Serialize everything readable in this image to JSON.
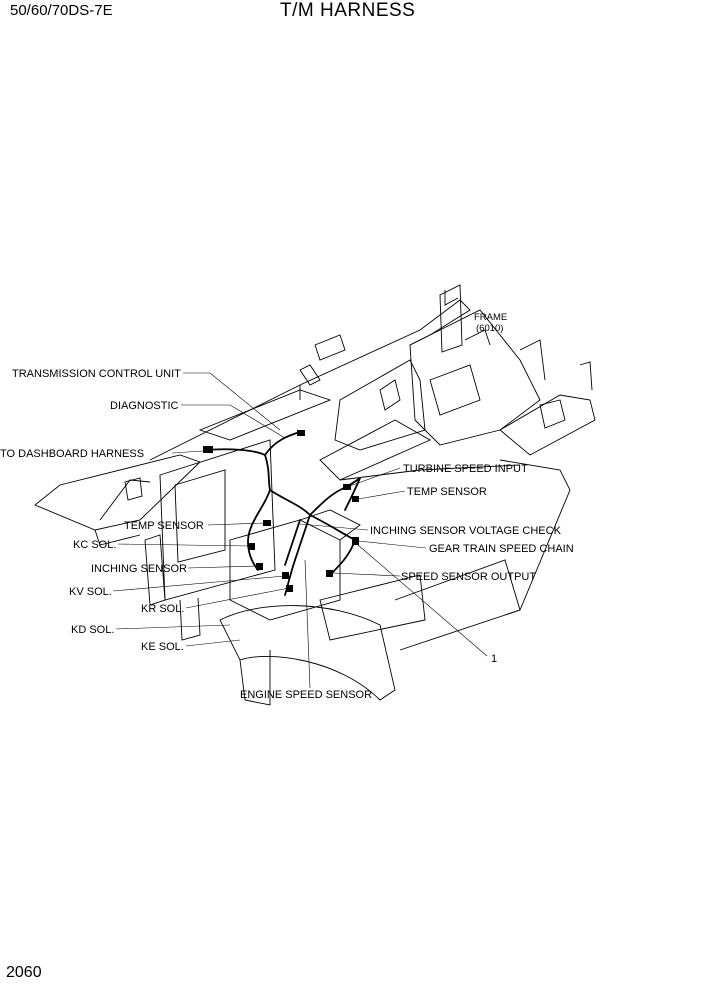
{
  "header": {
    "model": "50/60/70DS-7E",
    "title": "T/M HARNESS"
  },
  "page_number": "2060",
  "labels": {
    "frame": "FRAME",
    "frame_code": "(6010)",
    "transmission_control_unit": "TRANSMISSION CONTROL UNIT",
    "diagnostic": "DIAGNOSTIC",
    "to_dashboard_harness": "TO DASHBOARD HARNESS",
    "turbine_speed_input": "TURBINE SPEED INPUT",
    "temp_sensor_right": "TEMP SENSOR",
    "temp_sensor_left": "TEMP SENSOR",
    "inching_sensor_voltage_check": "INCHING SENSOR VOLTAGE CHECK",
    "kc_sol": "KC SOL.",
    "gear_train_speed_chain": "GEAR TRAIN SPEED CHAIN",
    "inching_sensor": "INCHING SENSOR",
    "speed_sensor_output": "SPEED SENSOR OUTPUT",
    "kv_sol": "KV SOL.",
    "kr_sol": "KR SOL.",
    "kd_sol": "KD SOL.",
    "ke_sol": "KE SOL.",
    "item_1": "1",
    "engine_speed_sensor": "ENGINE SPEED SENSOR"
  }
}
